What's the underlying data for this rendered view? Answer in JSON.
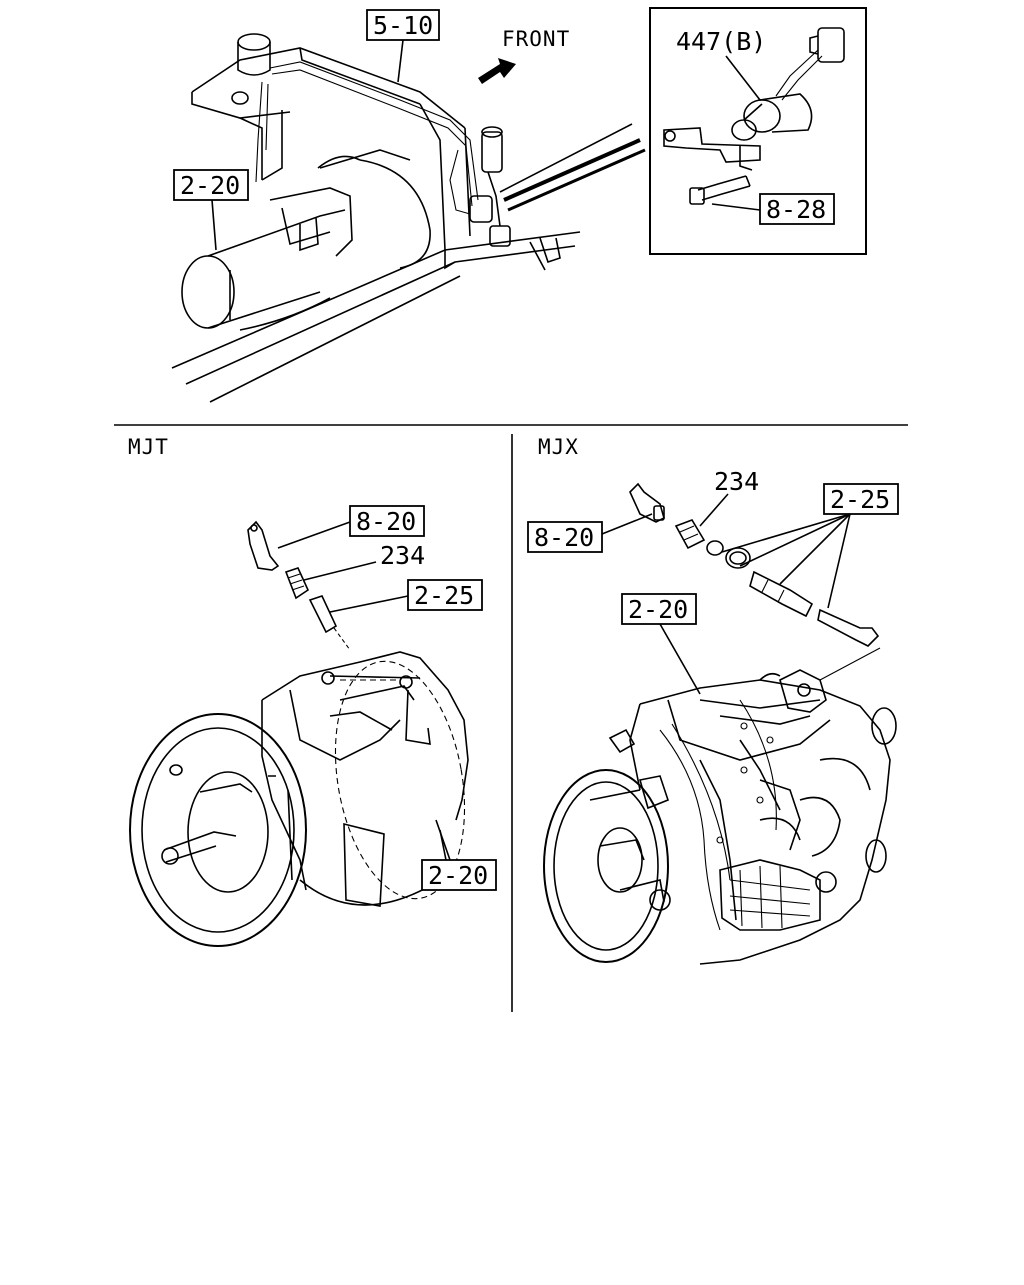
{
  "top": {
    "front_label": "FRONT",
    "callouts": {
      "harness": "5-10",
      "transmission": "2-20",
      "switch_bracket": "447(B)",
      "bolt": "8-28"
    }
  },
  "mjt": {
    "title": "MJT",
    "callouts": {
      "bracket": "8-20",
      "switch": "234",
      "adapter": "2-25",
      "transmission": "2-20"
    }
  },
  "mjx": {
    "title": "MJX",
    "callouts": {
      "bracket": "8-20",
      "switch": "234",
      "adapter": "2-25",
      "transmission": "2-20"
    }
  }
}
